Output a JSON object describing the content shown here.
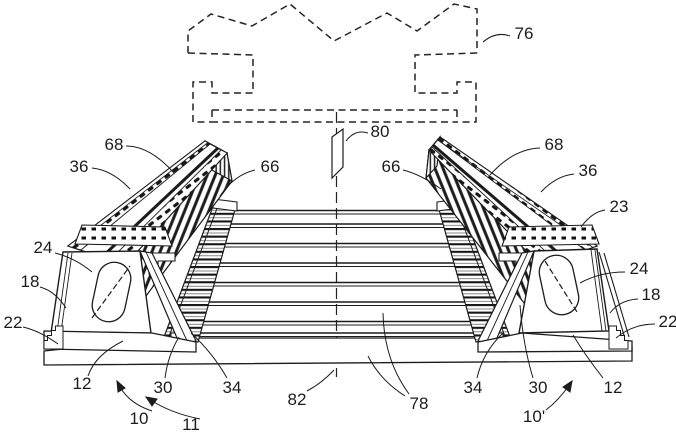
{
  "figure": {
    "type": "patent-technical-drawing",
    "background": "#ffffff",
    "ink": "#1c1c1c",
    "labels": {
      "ref_76": "76",
      "ref_80": "80",
      "ref_68_left": "68",
      "ref_36_left": "36",
      "ref_66_left": "66",
      "ref_66_right": "66",
      "ref_68_right": "68",
      "ref_36_right": "36",
      "ref_23": "23",
      "ref_24_left": "24",
      "ref_18_left": "18",
      "ref_22_left": "22",
      "ref_24_right": "24",
      "ref_18_right": "18",
      "ref_22_right": "22",
      "ref_12_left": "12",
      "ref_30_left": "30",
      "ref_34_left": "34",
      "ref_82": "82",
      "ref_78": "78",
      "ref_34_right": "34",
      "ref_30_right": "30",
      "ref_12_right": "12",
      "ref_10": "10",
      "ref_11": "11",
      "ref_10_prime": "10'"
    }
  }
}
